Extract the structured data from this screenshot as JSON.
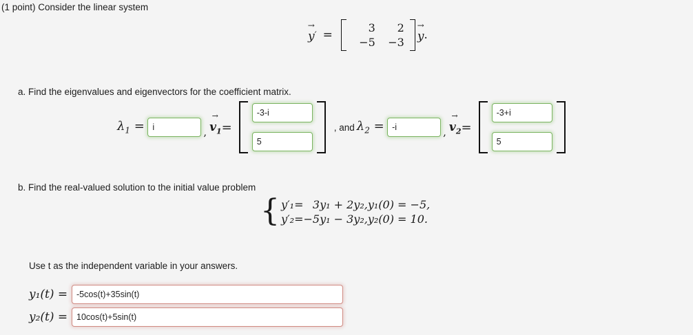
{
  "problem": {
    "intro": "(1 point) Consider the linear system",
    "system_equation": {
      "lhs_vector": "y",
      "lhs_prime": "′",
      "equals": "=",
      "matrix": [
        [
          "3",
          "2"
        ],
        [
          "−5",
          "−3"
        ]
      ],
      "rhs_vector": "y",
      "trailing_period": "."
    }
  },
  "part_a": {
    "label": "a. Find the eigenvalues and eigenvectors for the coefficient matrix.",
    "lambda1_label": "λ",
    "lambda1_sub": "1",
    "lambda1_equals": "=",
    "lambda1_value": "i",
    "comma1": ",",
    "v1_label": "v",
    "v1_sub": "1",
    "v1_equals": "=",
    "v1_components": [
      "-3-i",
      "5"
    ],
    "and_lambda2_prefix": ", and",
    "lambda2_label": "λ",
    "lambda2_sub": "2",
    "lambda2_equals": "=",
    "lambda2_value": "-i",
    "comma2": ",",
    "v2_label": "v",
    "v2_sub": "2",
    "v2_equals": "=",
    "v2_components": [
      "-3+i",
      "5"
    ],
    "field_state": "correct",
    "correct_border_color": "#7ab360"
  },
  "part_b": {
    "label": "b. Find the real-valued solution to the initial value problem",
    "ivp": {
      "rows": [
        {
          "lhs": "y′₁",
          "eq": "=",
          "rhs": "3y₁ + 2y₂,",
          "initial_condition": "y₁(0) = −5,"
        },
        {
          "lhs": "y′₂",
          "eq": "=",
          "rhs": "−5y₁ − 3y₂,",
          "initial_condition": "y₂(0) = 10."
        }
      ]
    },
    "instruction": "Use t as the independent variable in your answers.",
    "solutions": [
      {
        "label": "y₁(t) =",
        "value": "-5cos(t)+35sin(t)"
      },
      {
        "label": "y₂(t) =",
        "value": "10cos(t)+5sin(t)"
      }
    ],
    "field_state": "incorrect",
    "incorrect_border_color": "#d08a82"
  },
  "theme": {
    "page_background": "#f4f4f4",
    "text_color": "#1a1a1a",
    "input_background": "#ffffff"
  }
}
